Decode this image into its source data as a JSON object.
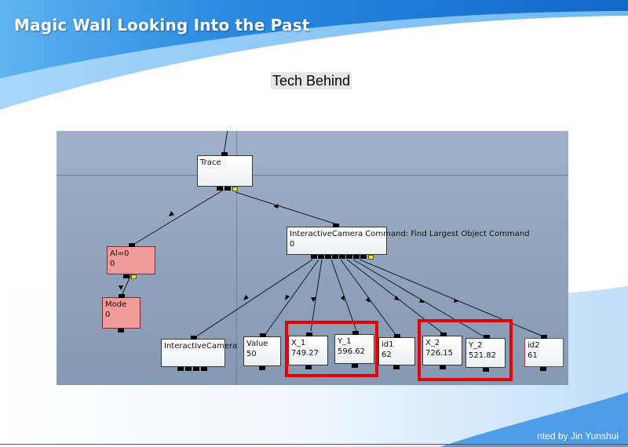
{
  "slide": {
    "title": "Magic Wall Looking Into the Past",
    "subtitle": "Tech Behind",
    "footer": "nted by Jin Yunshui",
    "colors": {
      "header_blue": "#1e7fd8",
      "highlight_red": "#e60000",
      "pink_node": "#f09a9a"
    }
  },
  "graph": {
    "nodes": {
      "trace": {
        "label": "Trace",
        "value": ""
      },
      "al": {
        "label": "Al=0",
        "value": "0"
      },
      "mode": {
        "label": "Mode",
        "value": "0"
      },
      "command": {
        "label": "InteractiveCamera Command: Find Largest Object Command",
        "value": "0"
      },
      "camera": {
        "label": "InteractiveCamera",
        "value": ""
      },
      "value": {
        "label": "Value",
        "value": "50"
      },
      "x1": {
        "label": "X_1",
        "value": "749.27"
      },
      "y1": {
        "label": "Y_1",
        "value": "596.62"
      },
      "id1": {
        "label": "id1",
        "value": "62"
      },
      "x2": {
        "label": "X_2",
        "value": "726.15"
      },
      "y2": {
        "label": "Y_2",
        "value": "521.82"
      },
      "id2": {
        "label": "id2",
        "value": "61"
      }
    }
  }
}
